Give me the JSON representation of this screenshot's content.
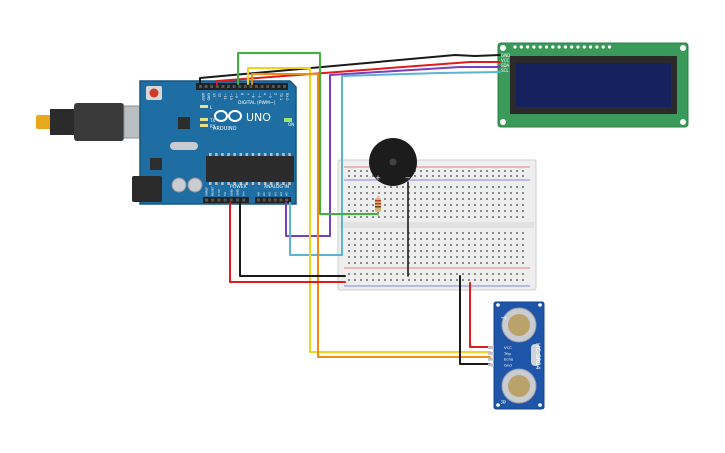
{
  "arduino": {
    "brand": "UNO",
    "logo": "ARDUINO",
    "header_digital": "DIGITAL (PWM~)",
    "header_power": "POWER",
    "header_analog": "ANALOG IN",
    "label_tx": "TX",
    "label_rx": "RX",
    "label_l": "L",
    "label_on": "ON",
    "digital_pins": [
      "AREF",
      "GND",
      "13",
      "12",
      "~11",
      "~10",
      "~9",
      "8",
      "7",
      "~6",
      "~5",
      "4",
      "~3",
      "2",
      "TX 1",
      "RX 0"
    ],
    "power_pins": [
      "IOREF",
      "RESET",
      "3.3V",
      "5V",
      "GND",
      "GND",
      "Vin"
    ],
    "analog_pins": [
      "A0",
      "A1",
      "A2",
      "A3",
      "A4",
      "A5"
    ]
  },
  "lcd": {
    "pins": [
      "GND",
      "VCC",
      "SDA",
      "SCL"
    ]
  },
  "buzzer": {
    "pos_label": "+",
    "neg_label": "−"
  },
  "sensor": {
    "model": "HC-SR04",
    "pins": [
      "VCC",
      "Trig",
      "Echo",
      "Gnd"
    ],
    "label_t": "T",
    "label_r": "R"
  },
  "colors": {
    "board": "#1f6ea3",
    "board_edge": "#17577f",
    "lcd_pcb": "#3a9a5a",
    "lcd_screen": "#16225e",
    "sensor_pcb": "#1e55a8",
    "wire_red": "#e01b1b",
    "wire_black": "#1a1a1a",
    "wire_green": "#3cb43c",
    "wire_yellow": "#f2d21b",
    "wire_orange": "#f08c14",
    "wire_purple": "#7a3fbf",
    "wire_cyan": "#5ab4d2"
  }
}
